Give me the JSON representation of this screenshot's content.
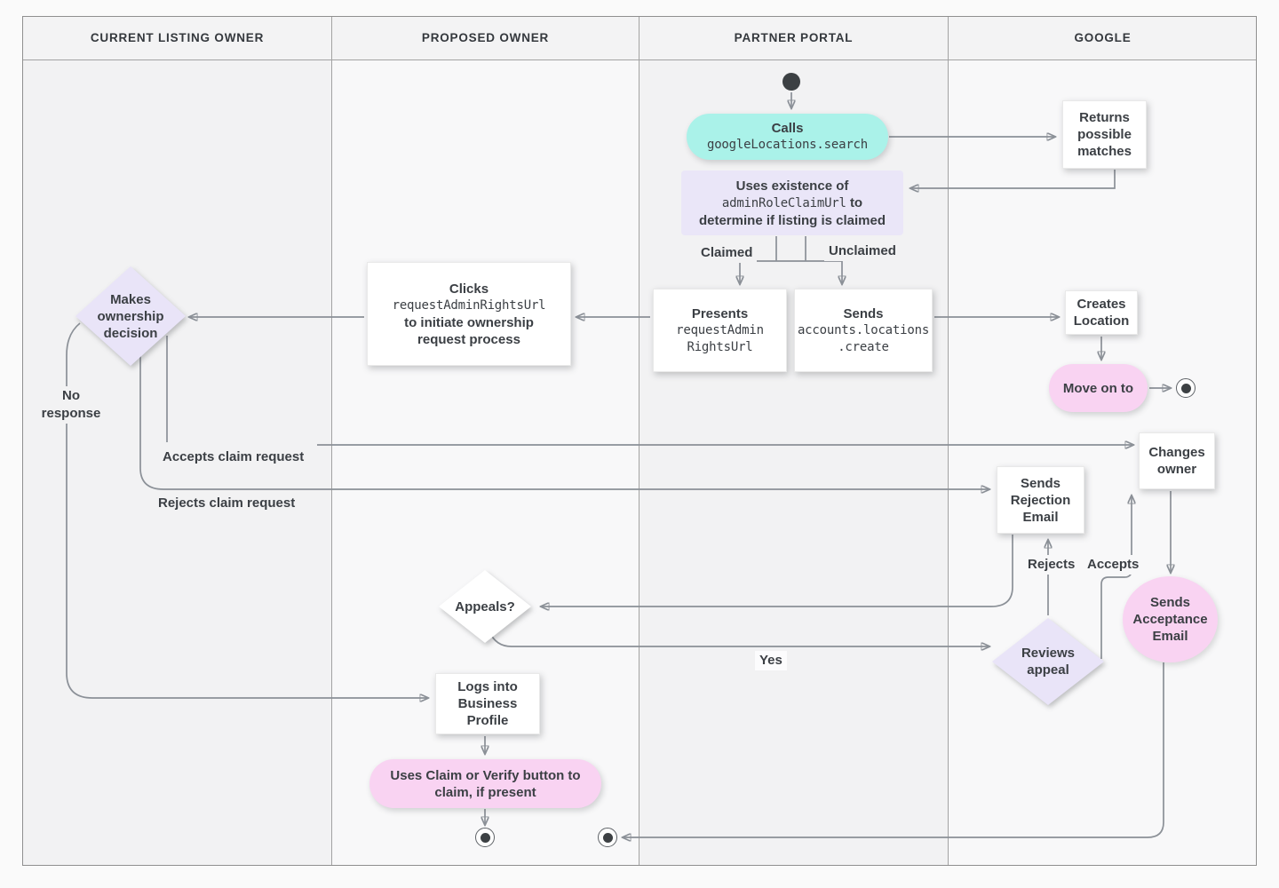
{
  "lanes": [
    {
      "label": "CURRENT LISTING OWNER"
    },
    {
      "label": "PROPOSED OWNER"
    },
    {
      "label": "PARTNER PORTAL"
    },
    {
      "label": "GOOGLE"
    }
  ],
  "nodes": {
    "calls": {
      "title": "Calls",
      "code": "googleLocations.search"
    },
    "returns_matches": {
      "text": "Returns possible matches"
    },
    "uses_existence": {
      "line1": "Uses existence of",
      "code": "adminRoleClaimUrl",
      "post": "to",
      "line3": "determine if listing is claimed"
    },
    "presents": {
      "title": "Presents",
      "code1": "requestAdmin",
      "code2": "RightsUrl"
    },
    "sends_create": {
      "title": "Sends",
      "code1": "accounts.locations",
      "code2": ".create"
    },
    "clicks": {
      "title": "Clicks",
      "code": "requestAdminRightsUrl",
      "line3": "to initiate ownership",
      "line4": "request process"
    },
    "makes_decision": {
      "text": "Makes ownership decision"
    },
    "creates_location": {
      "text": "Creates Location"
    },
    "move_on": {
      "text": "Move on to"
    },
    "changes_owner": {
      "text": "Changes owner"
    },
    "sends_rejection": {
      "text": "Sends Rejection Email"
    },
    "sends_acceptance": {
      "text": "Sends Acceptance Email"
    },
    "appeals": {
      "text": "Appeals?"
    },
    "reviews_appeal": {
      "text": "Reviews appeal"
    },
    "logs_into": {
      "text": "Logs into Business Profile"
    },
    "uses_claim": {
      "text": "Uses Claim or Verify button to claim, if present"
    }
  },
  "edge_labels": {
    "claimed": "Claimed",
    "unclaimed": "Unclaimed",
    "no_response": "No response",
    "accepts_claim": "Accepts claim request",
    "rejects_claim": "Rejects claim request",
    "rejects": "Rejects",
    "accepts": "Accepts",
    "yes": "Yes"
  },
  "colors": {
    "teal_node": "#aaf2e9",
    "pink_node": "#f9d3f2",
    "lavender_node": "#eae6f8",
    "diamond_purple": "#e9e4f8",
    "edge_stroke": "#8b9097",
    "text": "#3b3f44",
    "lane_gray": "#f2f2f3",
    "lane_light": "#f8f8f9"
  }
}
